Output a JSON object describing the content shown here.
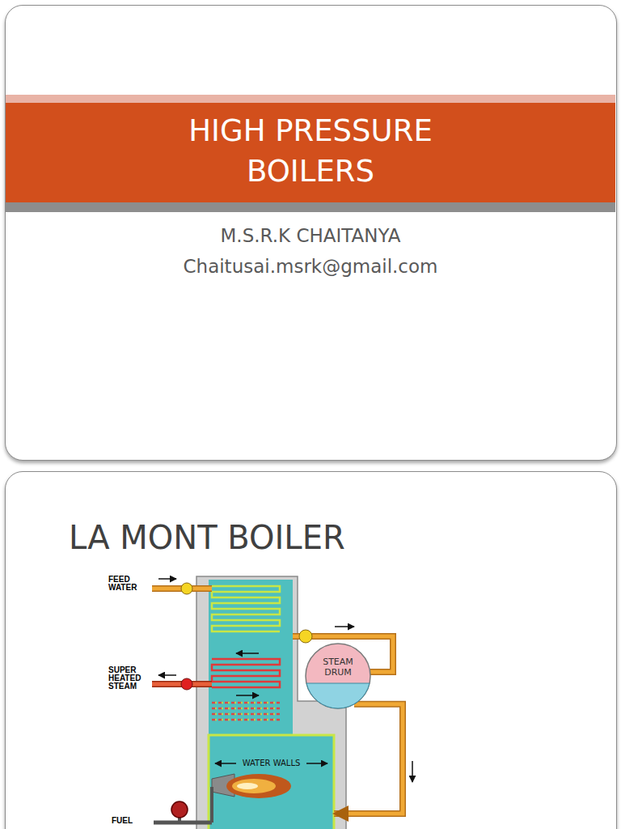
{
  "diagram": {
    "title": "HIGH PRESSURE BOILERS",
    "nodes": [
      {
        "text": [
          "STEAM DRUM"
        ]
      },
      {
        "text": [
          "WATER WALLS"
        ]
      }
    ],
    "edges": [
      {
        "from": 0,
        "to": 1,
        "arrow": "to"
      }
    ],
    "labels": [
      "M.S.R.K CHAITANYA",
      "Chaitusai.msrk@gmail.com",
      "LA MONT BOILER",
      "FEED WATER",
      "SUPER HEATED STEAM",
      "FUEL"
    ]
  }
}
